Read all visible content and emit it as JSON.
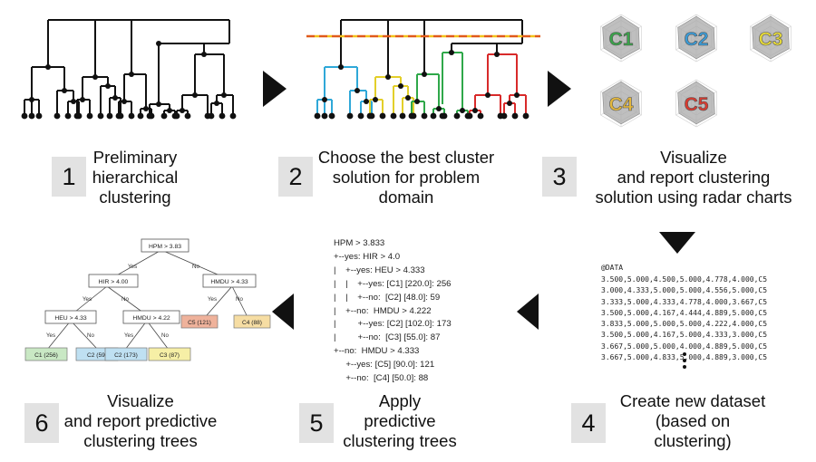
{
  "steps": [
    {
      "number": "1",
      "caption": [
        "Preliminary",
        "hierarchical",
        "clustering"
      ]
    },
    {
      "number": "2",
      "caption": [
        "Choose the best cluster",
        "solution for problem",
        "domain"
      ]
    },
    {
      "number": "3",
      "caption": [
        "Visualize",
        "and report clustering",
        "solution using radar charts"
      ]
    },
    {
      "number": "4",
      "caption": [
        "Create new dataset",
        "(based on",
        "clustering)"
      ]
    },
    {
      "number": "5",
      "caption": [
        "Apply",
        "predictive",
        "clustering trees"
      ]
    },
    {
      "number": "6",
      "caption": [
        "Visualize",
        "and report predictive",
        "clustering trees"
      ]
    }
  ],
  "radar": {
    "charts": [
      {
        "label": "C1",
        "color": "#3aa34a"
      },
      {
        "label": "C2",
        "color": "#3b9bd6"
      },
      {
        "label": "C3",
        "color": "#e5d93a"
      },
      {
        "label": "C4",
        "color": "#e3b73c"
      },
      {
        "label": "C5",
        "color": "#d93a2f"
      }
    ]
  },
  "dataset": {
    "header": "@DATA",
    "rows": [
      "3.500,5.000,4.500,5.000,4.778,4.000,C5",
      "3.000,4.333,5.000,5.000,4.556,5.000,C5",
      "3.333,5.000,4.333,4.778,4.000,3.667,C5",
      "3.500,5.000,4.167,4.444,4.889,5.000,C5",
      "3.833,5.000,5.000,5.000,4.222,4.000,C5",
      "3.500,5.000,4.167,5.000,4.333,3.000,C5",
      "3.667,5.000,5.000,4.000,4.889,5.000,C5",
      "3.667,5.000,4.833,5.000,4.889,3.000,C5"
    ]
  },
  "tree_text": [
    "HPM > 3.833",
    "+--yes: HIR > 4.0",
    "|    +--yes: HEU > 4.333",
    "|    |    +--yes: [C1] [220.0]: 256",
    "|    |    +--no:  [C2] [48.0]: 59",
    "|    +--no:  HMDU > 4.222",
    "|         +--yes: [C2] [102.0]: 173",
    "|         +--no:  [C3] [55.0]: 87",
    "+--no:  HMDU > 4.333",
    "     +--yes: [C5] [90.0]: 121",
    "     +--no:  [C4] [50.0]: 88"
  ],
  "tree_diagram": {
    "root": "HPM > 3.83",
    "left": "HIR > 4.00",
    "right": "HMDU > 4.33",
    "left_left": "HEU > 4.33",
    "left_right": "HMDU > 4.22",
    "leaves": [
      {
        "label": "C1 (256)",
        "color": "#c9e8c4"
      },
      {
        "label": "C2 (59)",
        "color": "#bfe0f2"
      },
      {
        "label": "C2 (173)",
        "color": "#bfe0f2"
      },
      {
        "label": "C3 (87)",
        "color": "#f6efa6"
      },
      {
        "label": "C5 (121)",
        "color": "#efb29b"
      },
      {
        "label": "C4 (88)",
        "color": "#f6dda3"
      }
    ],
    "yes": "Yes",
    "no": "No"
  }
}
